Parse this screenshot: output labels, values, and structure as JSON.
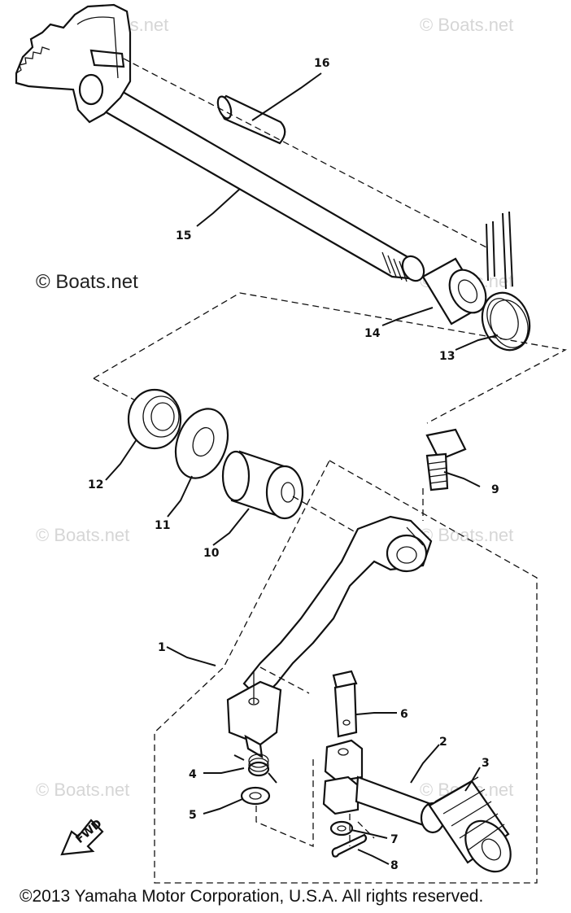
{
  "watermarks": {
    "faint": [
      "© Boats.net",
      "© Boats.net",
      "© Boats.net",
      "© Boats.net",
      "© Boats.net",
      "© Boats.net",
      "© Boats.net",
      "© Boats.net"
    ],
    "strong": "© Boats.net"
  },
  "copyright": "©2013 Yamaha Motor Corporation, U.S.A. All rights reserved.",
  "fwd_label": "FWD",
  "callouts": {
    "c1": "1",
    "c2": "2",
    "c3": "3",
    "c4": "4",
    "c5": "5",
    "c6": "6",
    "c7": "7",
    "c8": "8",
    "c9": "9",
    "c10": "10",
    "c11": "11",
    "c12": "12",
    "c13": "13",
    "c14": "14",
    "c15": "15",
    "c16": "16"
  }
}
